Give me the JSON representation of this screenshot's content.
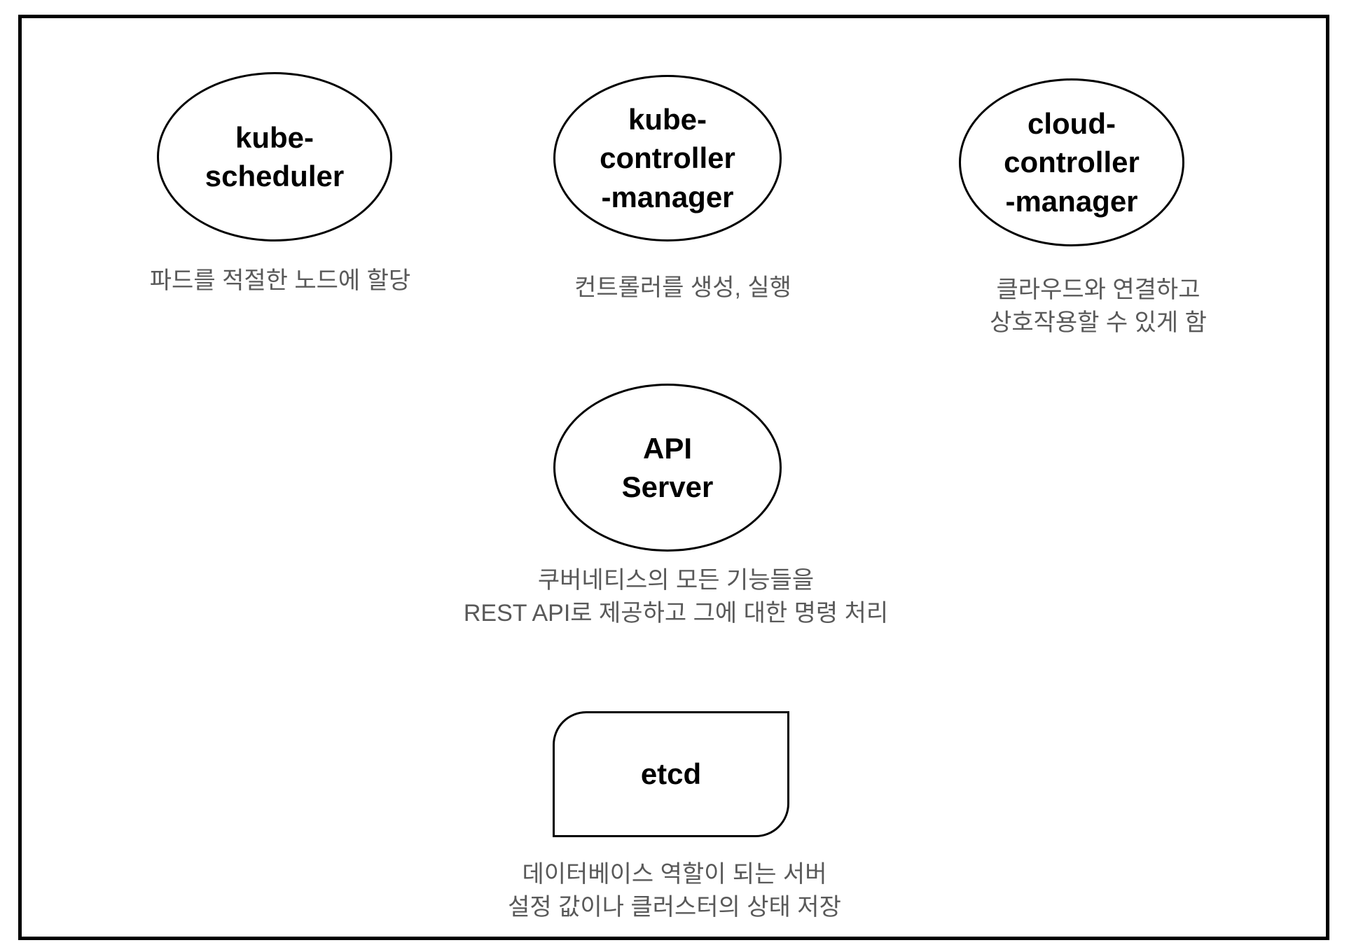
{
  "diagram": {
    "title_semantic": "kubernetes-control-plane-components",
    "colors": {
      "background": "#ffffff",
      "stroke": "#000000",
      "label_text": "#000000",
      "description_text": "#595959"
    }
  },
  "nodes": [
    {
      "id": "kube-scheduler",
      "shape": "ellipse",
      "label_lines": [
        "kube-",
        "scheduler"
      ],
      "desc_lines": [
        "파드를 적절한 노드에 할당"
      ]
    },
    {
      "id": "kube-controller-manager",
      "shape": "ellipse",
      "label_lines": [
        "kube-",
        "controller",
        "-manager"
      ],
      "desc_lines": [
        "컨트롤러를 생성, 실행"
      ]
    },
    {
      "id": "cloud-controller-manager",
      "shape": "ellipse",
      "label_lines": [
        "cloud-",
        "controller",
        "-manager"
      ],
      "desc_lines": [
        "클라우드와 연결하고",
        "상호작용할 수 있게 함"
      ]
    },
    {
      "id": "api-server",
      "shape": "ellipse",
      "label_lines": [
        "API",
        "Server"
      ],
      "desc_lines": [
        "쿠버네티스의 모든 기능들을",
        "REST API로 제공하고 그에 대한 명령 처리"
      ]
    },
    {
      "id": "etcd",
      "shape": "round-diagonal-corner-rectangle",
      "label_lines": [
        "etcd"
      ],
      "desc_lines": [
        "데이터베이스 역할이 되는 서버",
        "설정 값이나 클러스터의 상태 저장"
      ]
    }
  ]
}
